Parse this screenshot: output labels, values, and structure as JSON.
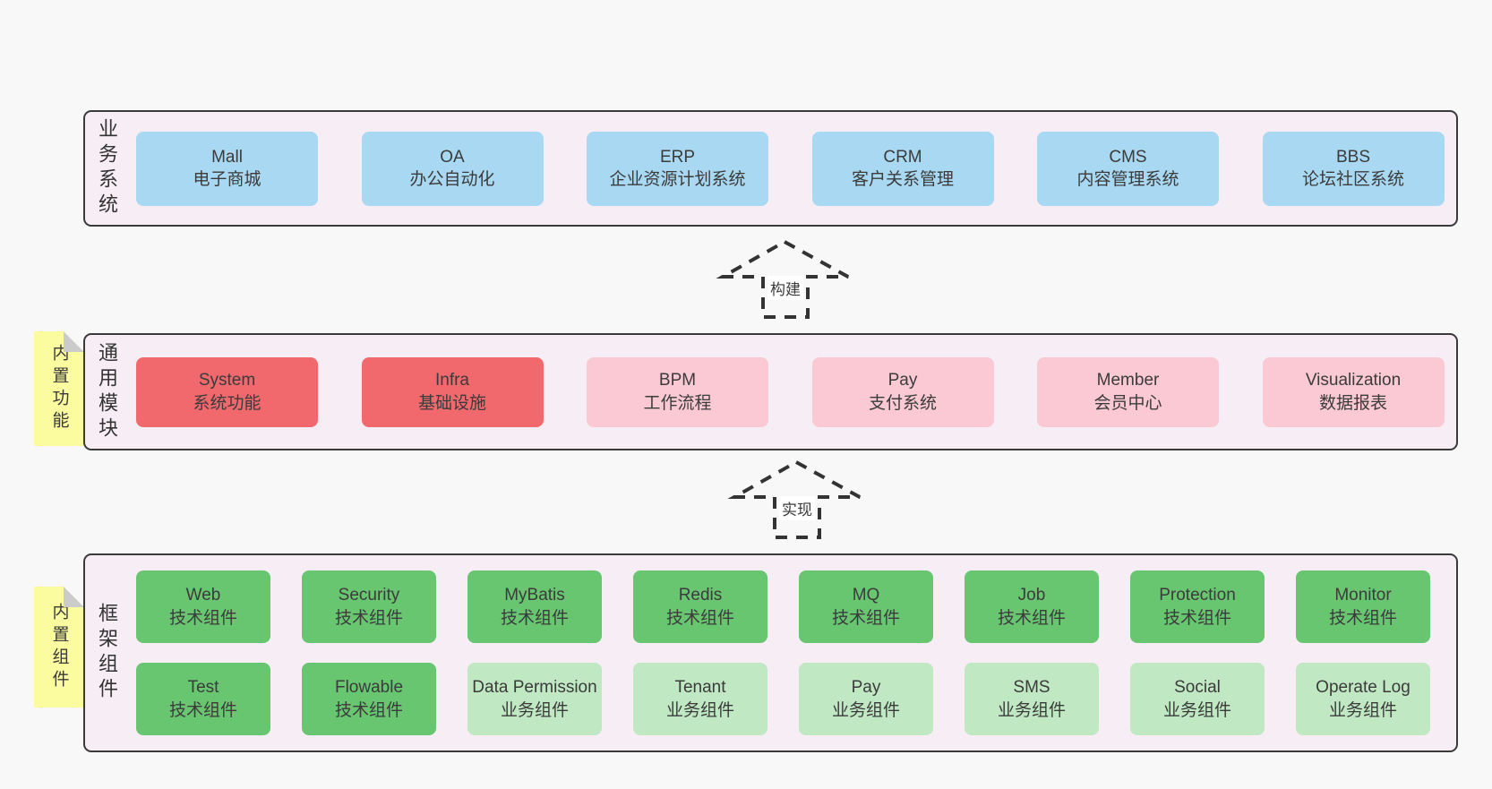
{
  "diagram": {
    "sections": {
      "business": {
        "label": "业务系统",
        "boxes": [
          {
            "title": "Mall",
            "subtitle": "电子商城"
          },
          {
            "title": "OA",
            "subtitle": "办公自动化"
          },
          {
            "title": "ERP",
            "subtitle": "企业资源计划系统"
          },
          {
            "title": "CRM",
            "subtitle": "客户关系管理"
          },
          {
            "title": "CMS",
            "subtitle": "内容管理系统"
          },
          {
            "title": "BBS",
            "subtitle": "论坛社区系统"
          }
        ]
      },
      "modules": {
        "label": "通用模块",
        "note": "内置功能",
        "boxes": [
          {
            "title": "System",
            "subtitle": "系统功能"
          },
          {
            "title": "Infra",
            "subtitle": "基础设施"
          },
          {
            "title": "BPM",
            "subtitle": "工作流程"
          },
          {
            "title": "Pay",
            "subtitle": "支付系统"
          },
          {
            "title": "Member",
            "subtitle": "会员中心"
          },
          {
            "title": "Visualization",
            "subtitle": "数据报表"
          }
        ]
      },
      "framework": {
        "label": "框架组件",
        "note": "内置组件",
        "row1": [
          {
            "title": "Web",
            "subtitle": "技术组件"
          },
          {
            "title": "Security",
            "subtitle": "技术组件"
          },
          {
            "title": "MyBatis",
            "subtitle": "技术组件"
          },
          {
            "title": "Redis",
            "subtitle": "技术组件"
          },
          {
            "title": "MQ",
            "subtitle": "技术组件"
          },
          {
            "title": "Job",
            "subtitle": "技术组件"
          },
          {
            "title": "Protection",
            "subtitle": "技术组件"
          },
          {
            "title": "Monitor",
            "subtitle": "技术组件"
          }
        ],
        "row2": [
          {
            "title": "Test",
            "subtitle": "技术组件"
          },
          {
            "title": "Flowable",
            "subtitle": "技术组件"
          },
          {
            "title": "Data Permission",
            "subtitle": "业务组件"
          },
          {
            "title": "Tenant",
            "subtitle": "业务组件"
          },
          {
            "title": "Pay",
            "subtitle": "业务组件"
          },
          {
            "title": "SMS",
            "subtitle": "业务组件"
          },
          {
            "title": "Social",
            "subtitle": "业务组件"
          },
          {
            "title": "Operate Log",
            "subtitle": "业务组件"
          }
        ]
      }
    },
    "arrows": {
      "build": "构建",
      "implement": "实现"
    },
    "colors": {
      "page_bg": "#f8f8f8",
      "container_bg": "#f7edf5",
      "container_border": "#3a3a3a",
      "system_blue": "#a9d9f2",
      "module_red": "#f1696d",
      "module_pink": "#fac9d3",
      "component_green": "#68c671",
      "component_light_green": "#bfe8c3",
      "note_yellow": "#fbfb9f",
      "note_fold_gray": "#cbcbcb"
    }
  }
}
